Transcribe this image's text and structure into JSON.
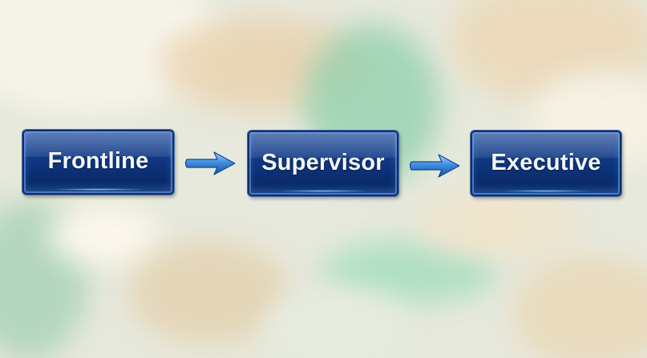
{
  "diagram": {
    "type": "flow",
    "direction": "left-to-right",
    "nodes": [
      {
        "id": "frontline",
        "label": "Frontline"
      },
      {
        "id": "supervisor",
        "label": "Supervisor"
      },
      {
        "id": "executive",
        "label": "Executive"
      }
    ],
    "edges": [
      {
        "from": "frontline",
        "to": "supervisor",
        "icon": "arrow-right-icon"
      },
      {
        "from": "supervisor",
        "to": "executive",
        "icon": "arrow-right-icon"
      }
    ]
  },
  "colors": {
    "box_fill": "#123c88",
    "box_border": "#0b2f6e",
    "label_text": "#f4f6fa",
    "arrow_fill": "#3f8fe0",
    "background_base": "#e7e9dd",
    "background_accent_green": "#7fcca5",
    "background_accent_gold": "#e8c99a"
  }
}
